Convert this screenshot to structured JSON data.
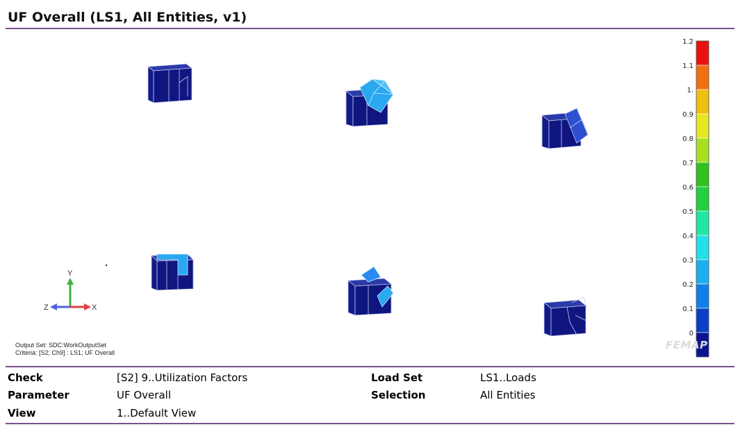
{
  "title": "UF Overall (LS1, All Entities, v1)",
  "colors": {
    "accent_rule": "#7a4f8c",
    "navy": "#0f1680",
    "light_blue": "#2aa8f0"
  },
  "legend": {
    "labels": [
      "1.2",
      "1.1",
      "1.",
      "0.9",
      "0.8",
      "0.7",
      "0.6",
      "0.5",
      "0.4",
      "0.3",
      "0.2",
      "0.1",
      "0"
    ],
    "colors": [
      "#e81010",
      "#f07010",
      "#f0c010",
      "#e8e820",
      "#a8e020",
      "#30c020",
      "#20d040",
      "#20e8a0",
      "#20e0e8",
      "#1ab0f0",
      "#1080e8",
      "#0a40c8",
      "#0a1490"
    ]
  },
  "axes": {
    "y": "Y",
    "x": "X",
    "z": "Z"
  },
  "output_info": {
    "line1": "Output Set: SDC:WorkOutputSet",
    "line2": "Criteria: [S2; Ch9] : LS1; UF Overall"
  },
  "logo": "FEMAP",
  "info": {
    "check_label": "Check",
    "check_value": "[S2] 9..Utilization Factors",
    "parameter_label": "Parameter",
    "parameter_value": "UF Overall",
    "view_label": "View",
    "view_value": "1..Default View",
    "loadset_label": "Load Set",
    "loadset_value": "LS1..Loads",
    "selection_label": "Selection",
    "selection_value": "All Entities"
  }
}
